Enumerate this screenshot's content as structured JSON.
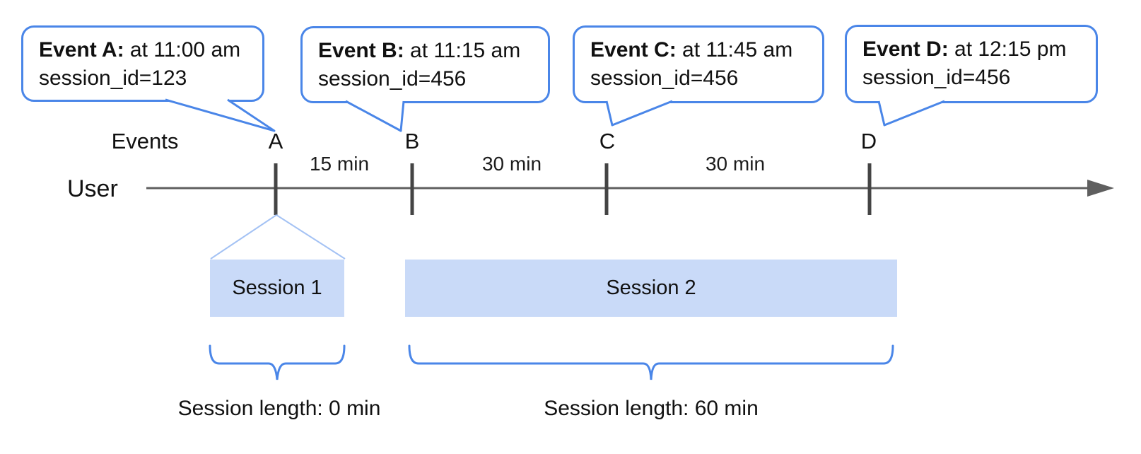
{
  "bubbles": [
    {
      "title": "Event A:",
      "time": " at 11:00 am",
      "detail": "session_id=123"
    },
    {
      "title": "Event B:",
      "time": " at 11:15 am",
      "detail": "session_id=456"
    },
    {
      "title": "Event C:",
      "time": " at 11:45 am",
      "detail": "session_id=456"
    },
    {
      "title": "Event D:",
      "time": " at 12:15 pm",
      "detail": "session_id=456"
    }
  ],
  "timeline": {
    "row_label": "Events",
    "axis_label": "User",
    "markers": [
      "A",
      "B",
      "C",
      "D"
    ],
    "intervals": [
      "15 min",
      "30 min",
      "30 min"
    ]
  },
  "sessions": [
    {
      "name": "Session 1",
      "length": "Session length: 0 min"
    },
    {
      "name": "Session 2",
      "length": "Session length: 60 min"
    }
  ],
  "colors": {
    "bubble_border": "#4a86e8",
    "brace": "#4a86e8",
    "session_fill": "#c9daf8",
    "funnel_line": "#a4c2f4",
    "axis_line": "#5f5f5f",
    "tick": "#444444",
    "text": "#111111"
  }
}
